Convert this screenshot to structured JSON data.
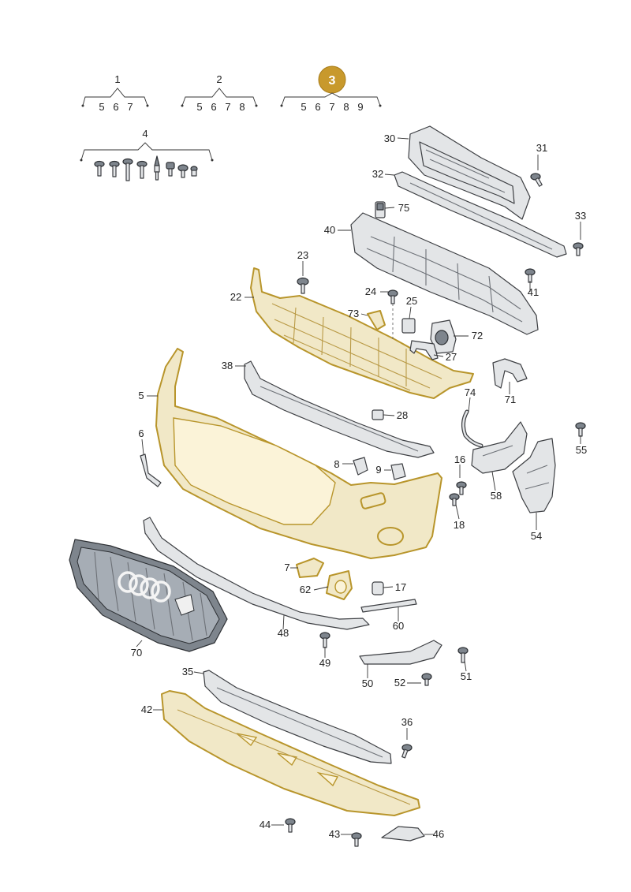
{
  "header": {
    "groups": [
      {
        "label": "1",
        "items": [
          "5",
          "6",
          "7"
        ]
      },
      {
        "label": "2",
        "items": [
          "5",
          "6",
          "7",
          "8"
        ]
      },
      {
        "label": "3",
        "items": [
          "5",
          "6",
          "7",
          "8",
          "9"
        ],
        "highlighted": true
      },
      {
        "label": "4",
        "items": []
      }
    ]
  },
  "callouts": [
    "30",
    "31",
    "32",
    "75",
    "33",
    "40",
    "41",
    "23",
    "22",
    "24",
    "25",
    "73",
    "72",
    "27",
    "38",
    "71",
    "74",
    "28",
    "55",
    "5",
    "6",
    "8",
    "9",
    "16",
    "18",
    "58",
    "54",
    "7",
    "17",
    "62",
    "60",
    "48",
    "49",
    "70",
    "51",
    "50",
    "52",
    "35",
    "42",
    "36",
    "44",
    "43",
    "46"
  ],
  "colors": {
    "highlight_fill": "#f1e8c7",
    "highlight_stroke": "#b8952b",
    "badge": "#c8992c",
    "part_gray": "#e3e5e7"
  }
}
